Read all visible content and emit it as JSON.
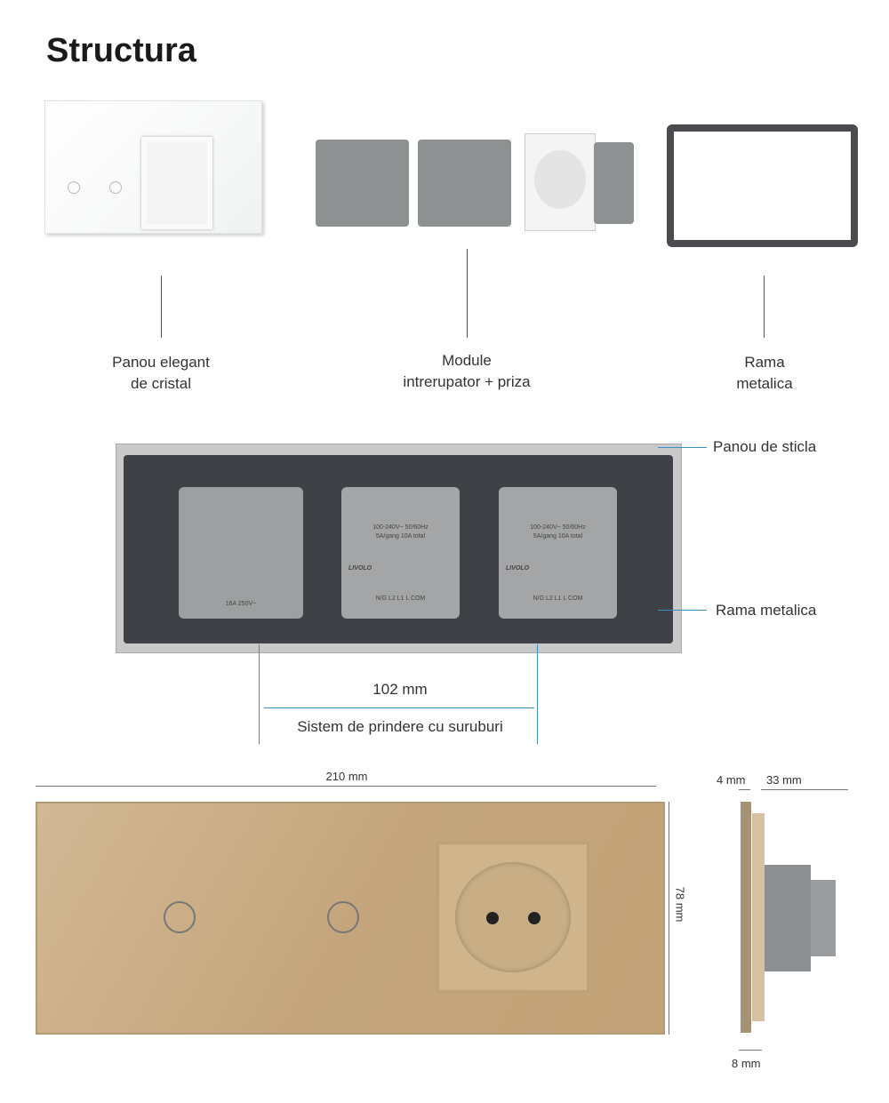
{
  "title": "Structura",
  "components": [
    {
      "line1": "Panou elegant",
      "line2": "de cristal"
    },
    {
      "line1": "Module",
      "line2": "intrerupator + priza"
    },
    {
      "line1": "Rama",
      "line2": "metalica"
    }
  ],
  "back_view": {
    "glass_label": "Panou de sticla",
    "frame_label": "Rama metalica",
    "distance": "102 mm",
    "mount_label": "Sistem de prindere cu suruburi",
    "module_texts": {
      "brand": "LIVOLO",
      "rating": "100-240V~ 50/60Hz",
      "load": "5A/gang 10A total",
      "terminals": "N/G L2 L1 L COM",
      "socket_rating": "16A 250V~"
    }
  },
  "dimensions": {
    "width": "210 mm",
    "height": "78 mm",
    "glass": "4 mm",
    "depth": "33 mm",
    "frame": "8 mm"
  },
  "colors": {
    "gold": "#c8aa80",
    "accent": "#3a8fc4",
    "plate": "#3f4146"
  }
}
